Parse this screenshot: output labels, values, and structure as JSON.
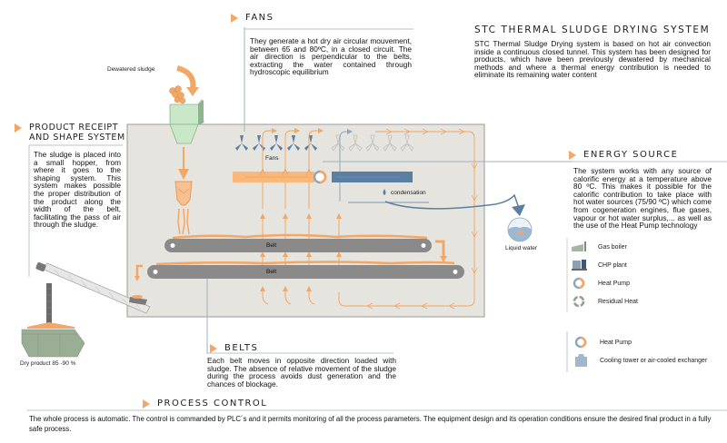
{
  "title": "STC THERMAL SLUDGE DRYING SYSTEM",
  "intro": "STC Thermal Sludge Drying system is based on hot air convection inside a continuous closed tunnel. This system has been designed for products, which have been previously dewatered by mechanical methods and where a thermal energy contribution is needed to eliminate its remaining water content",
  "colors": {
    "accent": "#f2a766",
    "steel_blue": "#5b7fa3",
    "belt_gray": "#8a8a8a",
    "tunnel_bg": "#e6e4de",
    "hopper_green": "#c9e8c8"
  },
  "sections": {
    "fans": {
      "heading": "FANS",
      "text": "They generate a hot dry air circular mouvement, between 65 and 80ºC, in a closed circuit. The air direction is perpendicular to the belts, extracting the water contained through hydroscopic equilibrium"
    },
    "product_receipt": {
      "heading_line1": "PRODUCT RECEIPT",
      "heading_line2": "AND SHAPE SYSTEM",
      "text": "The sludge is placed into a small hopper, from where it goes to the shaping system. This system makes possible the proper distribution of the product along the width of the belt, facilitating the pass of air through the sludge."
    },
    "energy_source": {
      "heading": "ENERGY SOURCE",
      "text": "The system works with any source of calorific energy at a temperature above 80 ºC. This makes it possible for the calorific contribution to take place with hot water sources (75/90 ºC) which come from cogeneration engines, flue gases, vapour or hot water surplus,... as well as the use of the Heat Pump technology"
    },
    "belts": {
      "heading": "BELTS",
      "text": "Each belt moves in opposite direction loaded with sludge. The absence of relative movement of the sludge during the process avoids dust generation and the chances of blockage."
    },
    "process_control": {
      "heading": "PROCESS CONTROL",
      "text": "The whole process is automatic. The control is commanded by PLC´s and it permits monitoring of all the process parameters. The equipment design and its operation conditions ensure the desired final product in a fully safe process."
    }
  },
  "diagram_labels": {
    "dewatered_sludge": "Dewatered sludge",
    "fans": "Fans",
    "condensation": "condensation",
    "belt_upper": "Belt",
    "belt_lower": "Belt",
    "liquid_water": "Liquid water",
    "dry_product": "Dry product 85 -90 %"
  },
  "heat_sources_legend": [
    {
      "icon": "gas-boiler-icon",
      "label": "Gas boiler"
    },
    {
      "icon": "chp-plant-icon",
      "label": "CHP plant"
    },
    {
      "icon": "heat-pump-icon",
      "label": "Heat Pump"
    },
    {
      "icon": "residual-heat-icon",
      "label": "Residual Heat"
    }
  ],
  "cooling_legend": [
    {
      "icon": "heat-pump-icon",
      "label": "Heat Pump"
    },
    {
      "icon": "cooling-tower-icon",
      "label": "Cooling tower or air-cooled exchanger"
    }
  ]
}
